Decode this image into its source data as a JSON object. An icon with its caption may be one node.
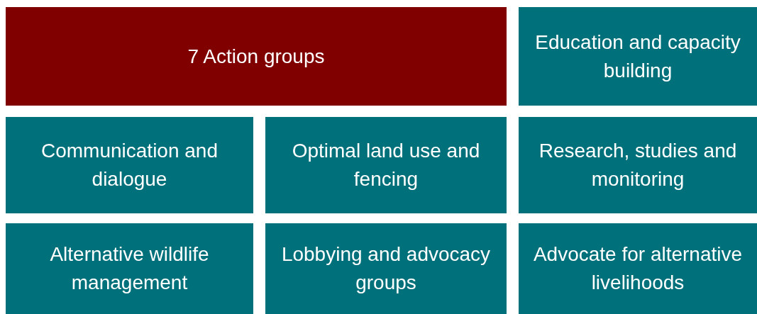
{
  "diagram": {
    "nodes": [
      {
        "text": [
          "7 Action groups"
        ]
      },
      {
        "text": [
          "Education and capacity building"
        ]
      },
      {
        "text": [
          "Communication and dialogue"
        ]
      },
      {
        "text": [
          "Optimal land use and fencing"
        ]
      },
      {
        "text": [
          "Research, studies and monitoring"
        ]
      },
      {
        "text": [
          "Alternative wildlife management"
        ]
      },
      {
        "text": [
          "Lobbying and advocacy groups"
        ]
      },
      {
        "text": [
          "Advocate for alternative livelihoods"
        ]
      }
    ]
  }
}
